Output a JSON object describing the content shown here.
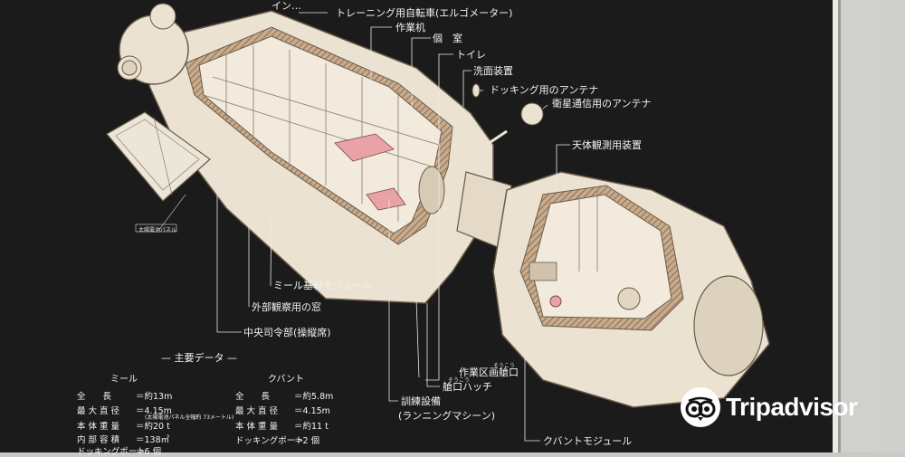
{
  "labels": {
    "top_cut": "イン…",
    "ergometer": "トレーニング用自転車(エルゴメーター)",
    "workstation": "作業机",
    "private_room": "個　室",
    "toilet": "トイレ",
    "washbasin": "洗面装置",
    "docking_antenna": "ドッキング用のアンテナ",
    "satellite_antenna": "衛星通信用のアンテナ",
    "astro_device": "天体観測用装置",
    "mir_base": "ミール基幹モジュール",
    "window": "外部観察用の窓",
    "central_command": "中央司令部(操縦席)",
    "section_hatch": "作業区画艙口",
    "section_hatch_ruby": "そうこう",
    "hatch": "艙口ハッチ",
    "hatch_ruby": "そうこう",
    "training": "訓練設備",
    "running": "(ランニングマシーン)",
    "kvant_module": "クバントモジュール",
    "solar_panel": "太陽電池パネル"
  },
  "data_table": {
    "title": "— 主要データ —",
    "mir_header": "ミール",
    "kvant_header": "クバント",
    "mir_rows": [
      {
        "label": "全　　長",
        "value": "約13m"
      },
      {
        "label": "最 大 直 径",
        "value": "4.15m"
      },
      {
        "label": "",
        "value": "(太陽電池パネル全幅約 73メートル)"
      },
      {
        "label": "本 体 重 量",
        "value": "約20 t"
      },
      {
        "label": "内 部 容 積",
        "value": "138㎥"
      },
      {
        "label": "ドッキングポート",
        "value": "6 個"
      }
    ],
    "kvant_rows": [
      {
        "label": "全　　長",
        "value": "約5.8m"
      },
      {
        "label": "最 大 直 径",
        "value": "4.15m"
      },
      {
        "label": "本 体 重 量",
        "value": "約11 t"
      },
      {
        "label": "ドッキングポート",
        "value": "2 個"
      }
    ]
  },
  "watermark": {
    "brand": "Tripadvisor",
    "icon": "tripadvisor-owl-icon"
  },
  "colors": {
    "board": "#1b1b1c",
    "module": "#ece3d3",
    "hatch": "#9a7f63",
    "pink": "#e9a3a6"
  }
}
